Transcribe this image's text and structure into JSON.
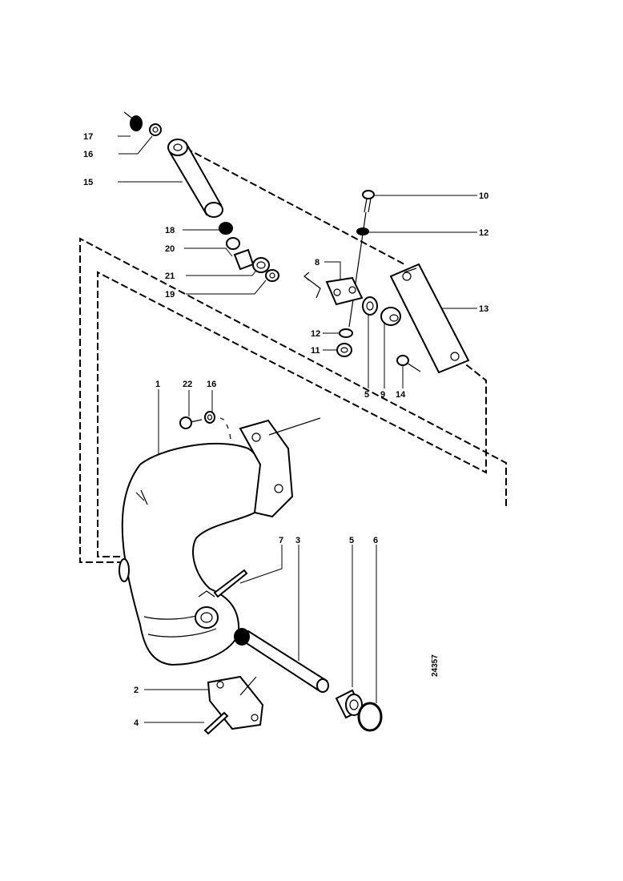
{
  "diagram": {
    "drawing_code": "24357",
    "callouts": [
      {
        "id": "c17a",
        "text": "17"
      },
      {
        "id": "c16a",
        "text": "16"
      },
      {
        "id": "c15",
        "text": "15"
      },
      {
        "id": "c18",
        "text": "18"
      },
      {
        "id": "c20",
        "text": "20"
      },
      {
        "id": "c21",
        "text": "21"
      },
      {
        "id": "c19",
        "text": "19"
      },
      {
        "id": "c10",
        "text": "10"
      },
      {
        "id": "c12a",
        "text": "12"
      },
      {
        "id": "c8",
        "text": "8"
      },
      {
        "id": "c13",
        "text": "13"
      },
      {
        "id": "c12b",
        "text": "12"
      },
      {
        "id": "c11",
        "text": "11"
      },
      {
        "id": "c5a",
        "text": "5"
      },
      {
        "id": "c9",
        "text": "9"
      },
      {
        "id": "c14",
        "text": "14"
      },
      {
        "id": "c1",
        "text": "1"
      },
      {
        "id": "c22",
        "text": "22"
      },
      {
        "id": "c16b",
        "text": "16"
      },
      {
        "id": "c7",
        "text": "7"
      },
      {
        "id": "c3",
        "text": "3"
      },
      {
        "id": "c5b",
        "text": "5"
      },
      {
        "id": "c6",
        "text": "6"
      },
      {
        "id": "c2",
        "text": "2"
      },
      {
        "id": "c4",
        "text": "4"
      }
    ]
  }
}
